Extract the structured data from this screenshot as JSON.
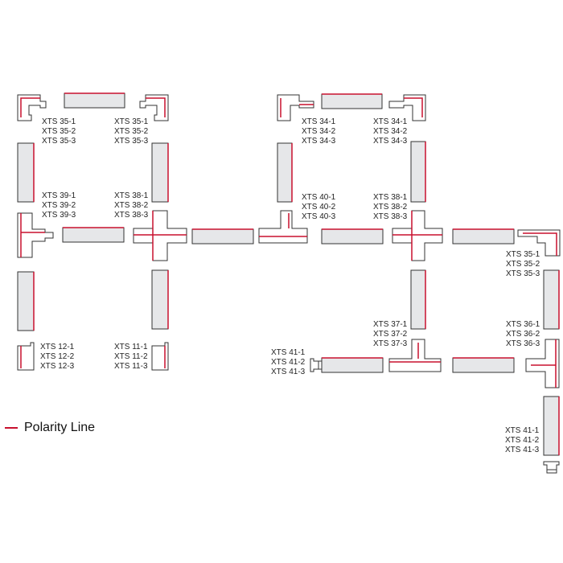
{
  "colors": {
    "polarity": "#c8102e",
    "piece_fill": "#e6e7e9",
    "piece_stroke": "#333333",
    "text": "#222222"
  },
  "legend": {
    "label": "Polarity Line"
  },
  "labels": {
    "a": [
      "XTS 35-1",
      "XTS 35-2",
      "XTS 35-3"
    ],
    "b": [
      "XTS 35-1",
      "XTS 35-2",
      "XTS 35-3"
    ],
    "c": [
      "XTS 39-1",
      "XTS 39-2",
      "XTS 39-3"
    ],
    "d": [
      "XTS 38-1",
      "XTS 38-2",
      "XTS 38-3"
    ],
    "e": [
      "XTS 12-1",
      "XTS 12-2",
      "XTS 12-3"
    ],
    "f": [
      "XTS 11-1",
      "XTS 11-2",
      "XTS 11-3"
    ],
    "g": [
      "XTS 34-1",
      "XTS 34-2",
      "XTS 34-3"
    ],
    "h": [
      "XTS 34-1",
      "XTS 34-2",
      "XTS 34-3"
    ],
    "i": [
      "XTS 40-1",
      "XTS 40-2",
      "XTS 40-3"
    ],
    "j": [
      "XTS 38-1",
      "XTS 38-2",
      "XTS 38-3"
    ],
    "k": [
      "XTS 35-1",
      "XTS 35-2",
      "XTS 35-3"
    ],
    "l": [
      "XTS 37-1",
      "XTS 37-2",
      "XTS 37-3"
    ],
    "m": [
      "XTS 36-1",
      "XTS 36-2",
      "XTS 36-3"
    ],
    "n": [
      "XTS 41-1",
      "XTS 41-2",
      "XTS 41-3"
    ],
    "o": [
      "XTS 41-1",
      "XTS 41-2",
      "XTS 41-3"
    ]
  }
}
